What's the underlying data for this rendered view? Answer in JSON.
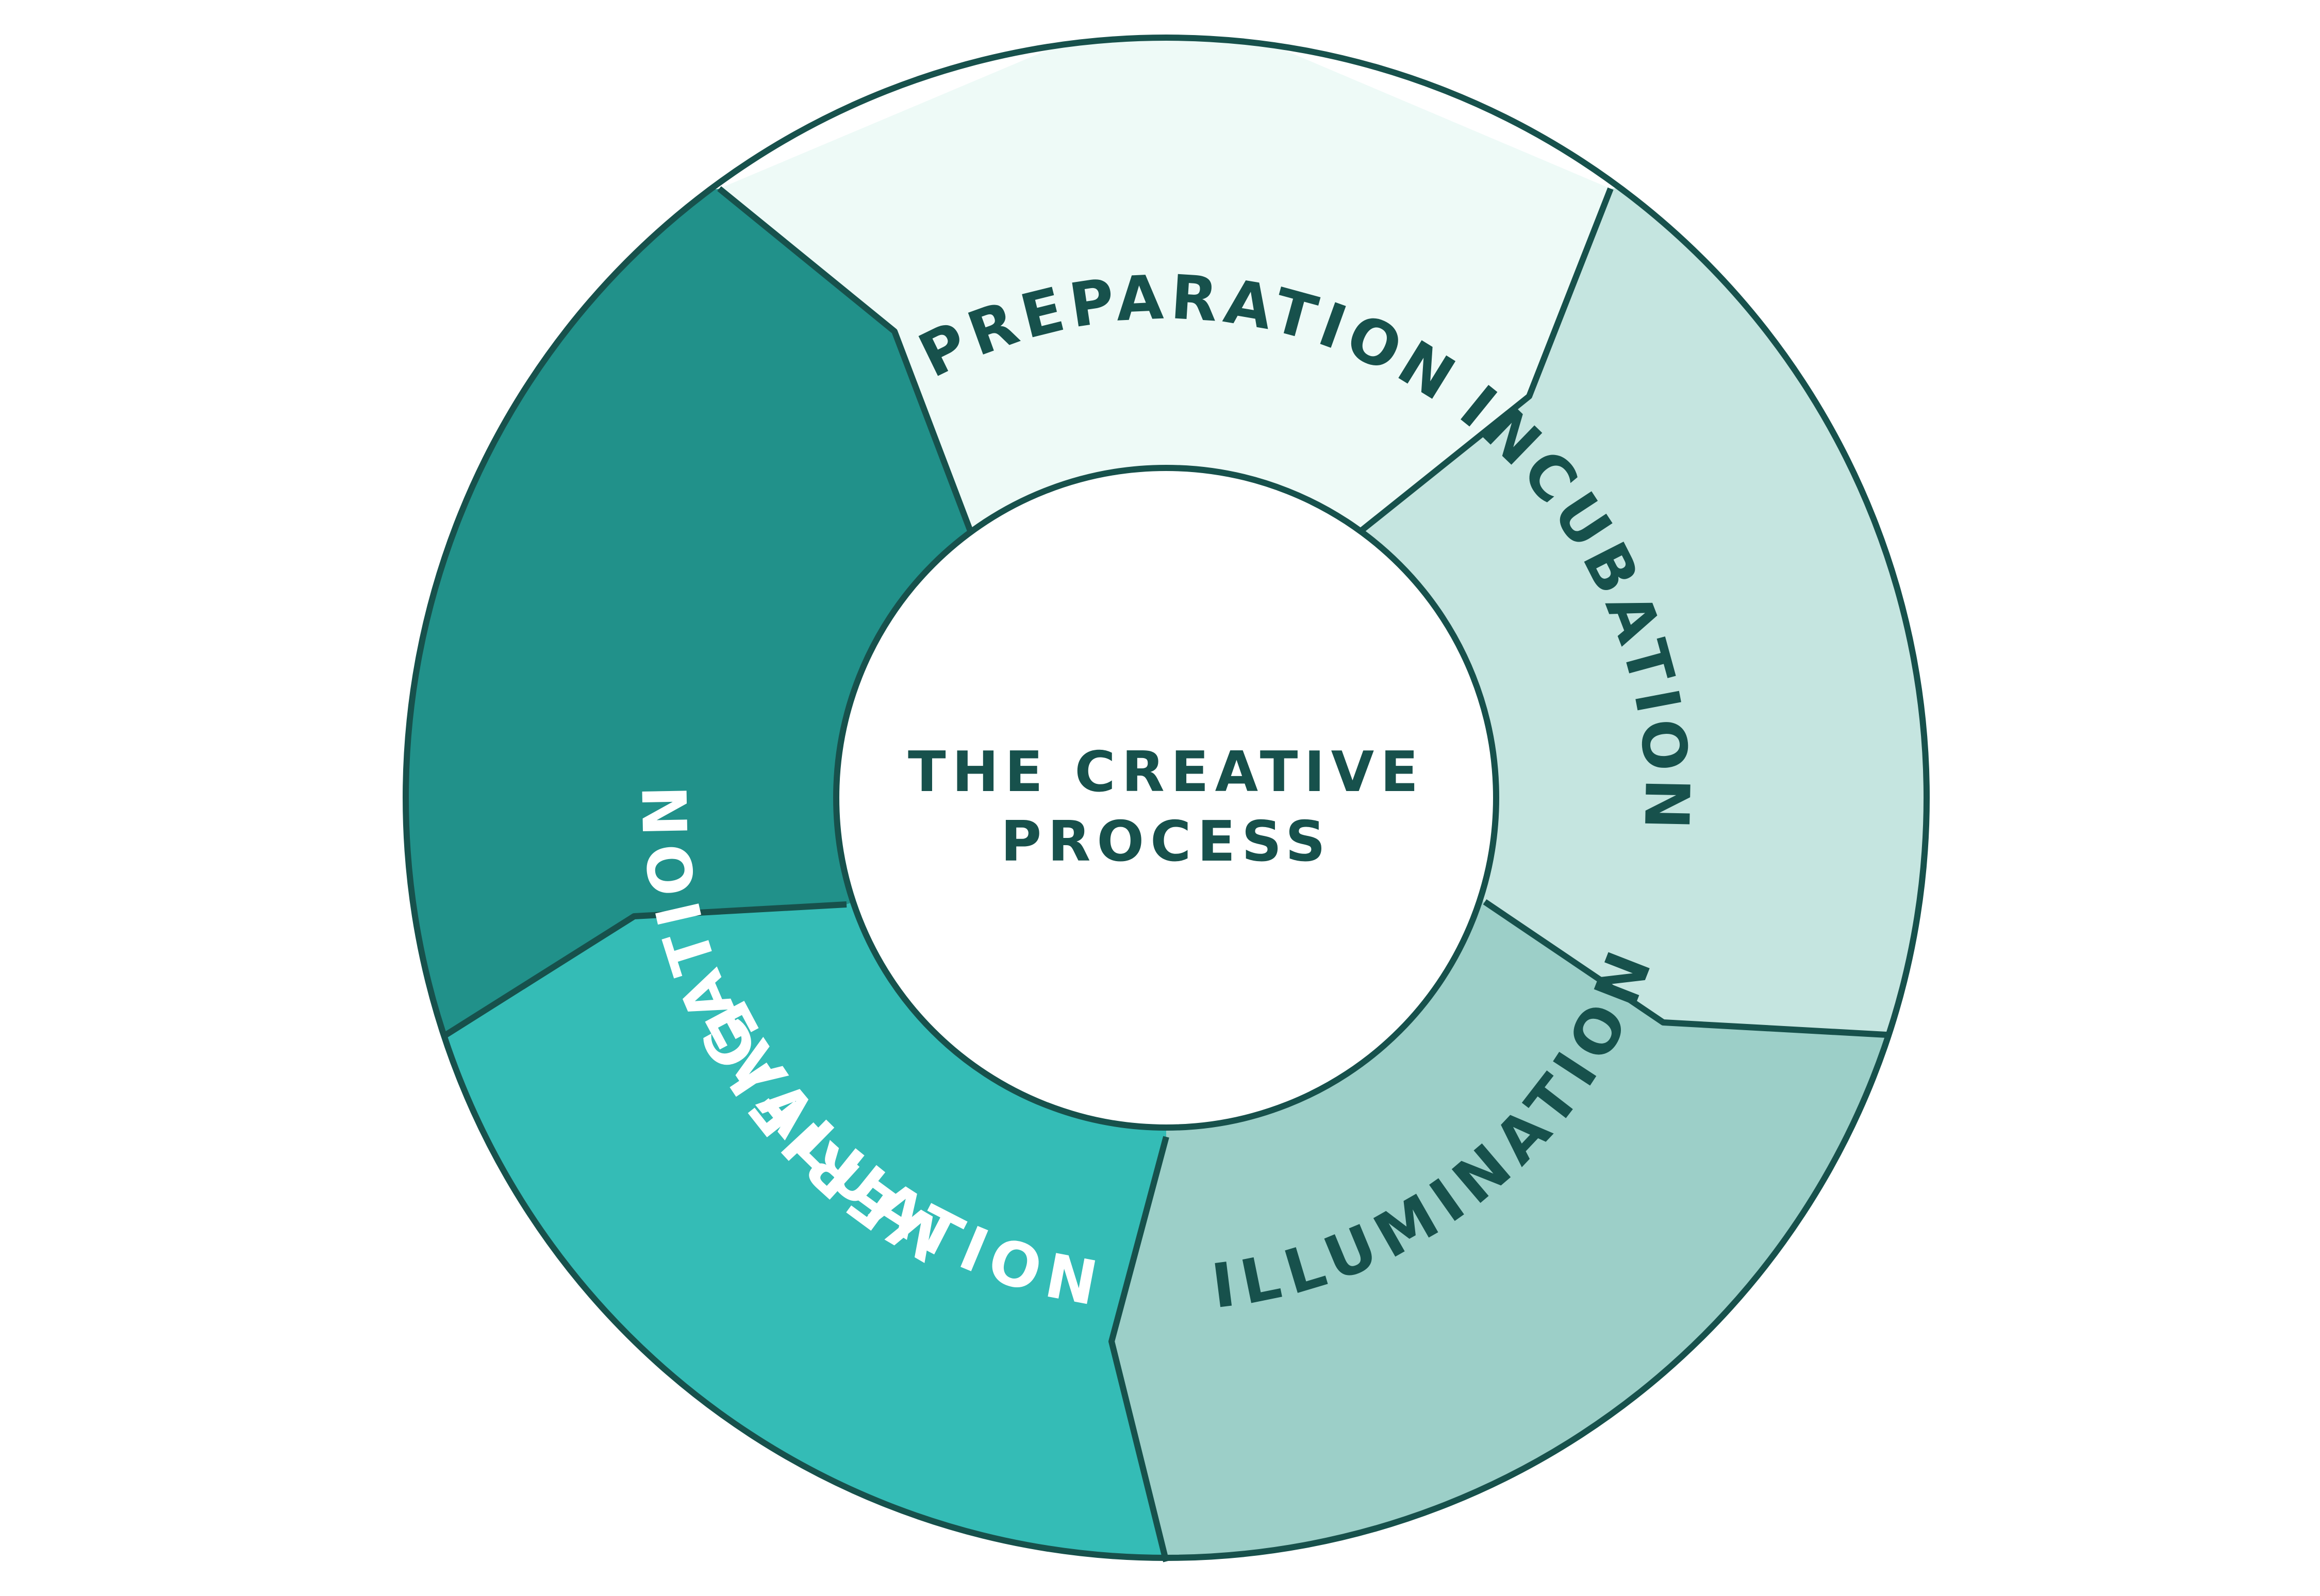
{
  "diagram": {
    "center": {
      "title_lines": [
        "THE CREATIVE",
        "PROCESS"
      ]
    },
    "segments": [
      {
        "name": "preparation",
        "label": "PREPARATION",
        "fill": "#EEFAF7",
        "text_color": "#17514C"
      },
      {
        "name": "incubation",
        "label": "INCUBATION",
        "fill": "#C5E5E0",
        "text_color": "#17514C"
      },
      {
        "name": "illumination",
        "label": "ILLUMINATION",
        "fill": "#9CCFC8",
        "text_color": "#17514C"
      },
      {
        "name": "evaluation",
        "label": "EVALUATION",
        "fill": "#34BCB6",
        "text_color": "#FFFFFF"
      },
      {
        "name": "verification",
        "label": "VERIFICATION",
        "fill": "#21918A",
        "text_color": "#FFFFFF"
      }
    ],
    "colors": {
      "outline": "#17514C",
      "center_fill": "#FFFFFF",
      "center_text": "#17514C"
    }
  }
}
